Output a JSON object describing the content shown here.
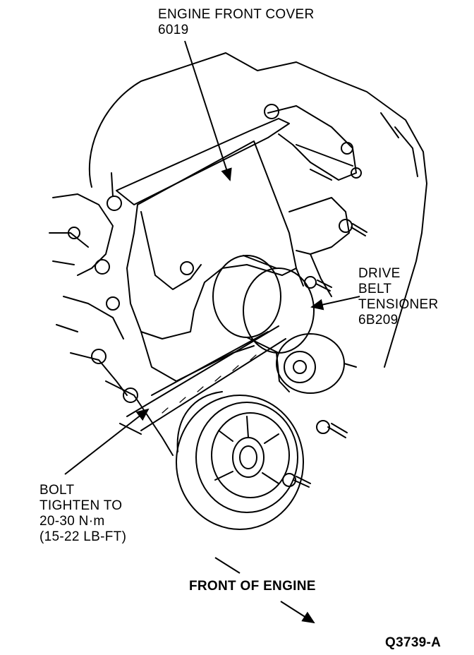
{
  "labels": {
    "engine_front_cover": {
      "name": "ENGINE FRONT COVER",
      "part": "6019"
    },
    "drive_belt_tensioner": {
      "line1": "DRIVE",
      "line2": "BELT",
      "line3": "TENSIONER",
      "part": "6B209"
    },
    "bolt": {
      "line1": "BOLT",
      "line2": "TIGHTEN TO",
      "line3": "20-30 N·m",
      "line4": "(15-22 LB-FT)"
    },
    "front_of_engine": "FRONT OF ENGINE",
    "figure_id": "Q3739-A"
  },
  "colors": {
    "ink": "#000000",
    "paper": "#ffffff"
  }
}
